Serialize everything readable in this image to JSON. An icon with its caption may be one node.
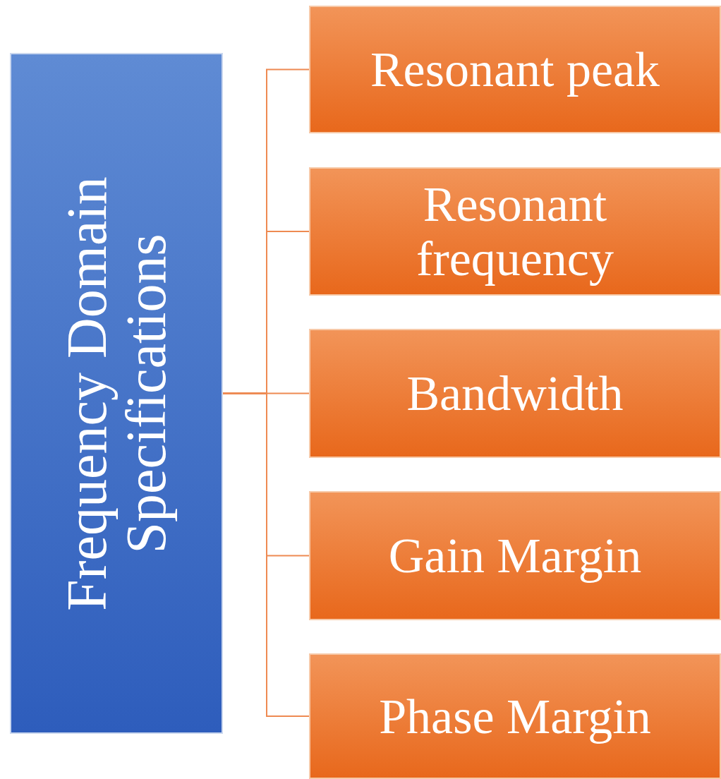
{
  "diagram": {
    "nodes": [
      {
        "text": [
          "Frequency Domain Specifications"
        ]
      },
      {
        "text": [
          "Resonant peak"
        ]
      },
      {
        "text": [
          "Resonant frequency"
        ]
      },
      {
        "text": [
          "Bandwidth"
        ]
      },
      {
        "text": [
          "Gain Margin"
        ]
      },
      {
        "text": [
          "Phase Margin"
        ]
      }
    ],
    "edges": [
      {
        "from": 0,
        "to": 1,
        "arrow": "none"
      },
      {
        "from": 0,
        "to": 2,
        "arrow": "none"
      },
      {
        "from": 0,
        "to": 3,
        "arrow": "none"
      },
      {
        "from": 0,
        "to": 4,
        "arrow": "none"
      },
      {
        "from": 0,
        "to": 5,
        "arrow": "none"
      }
    ]
  }
}
